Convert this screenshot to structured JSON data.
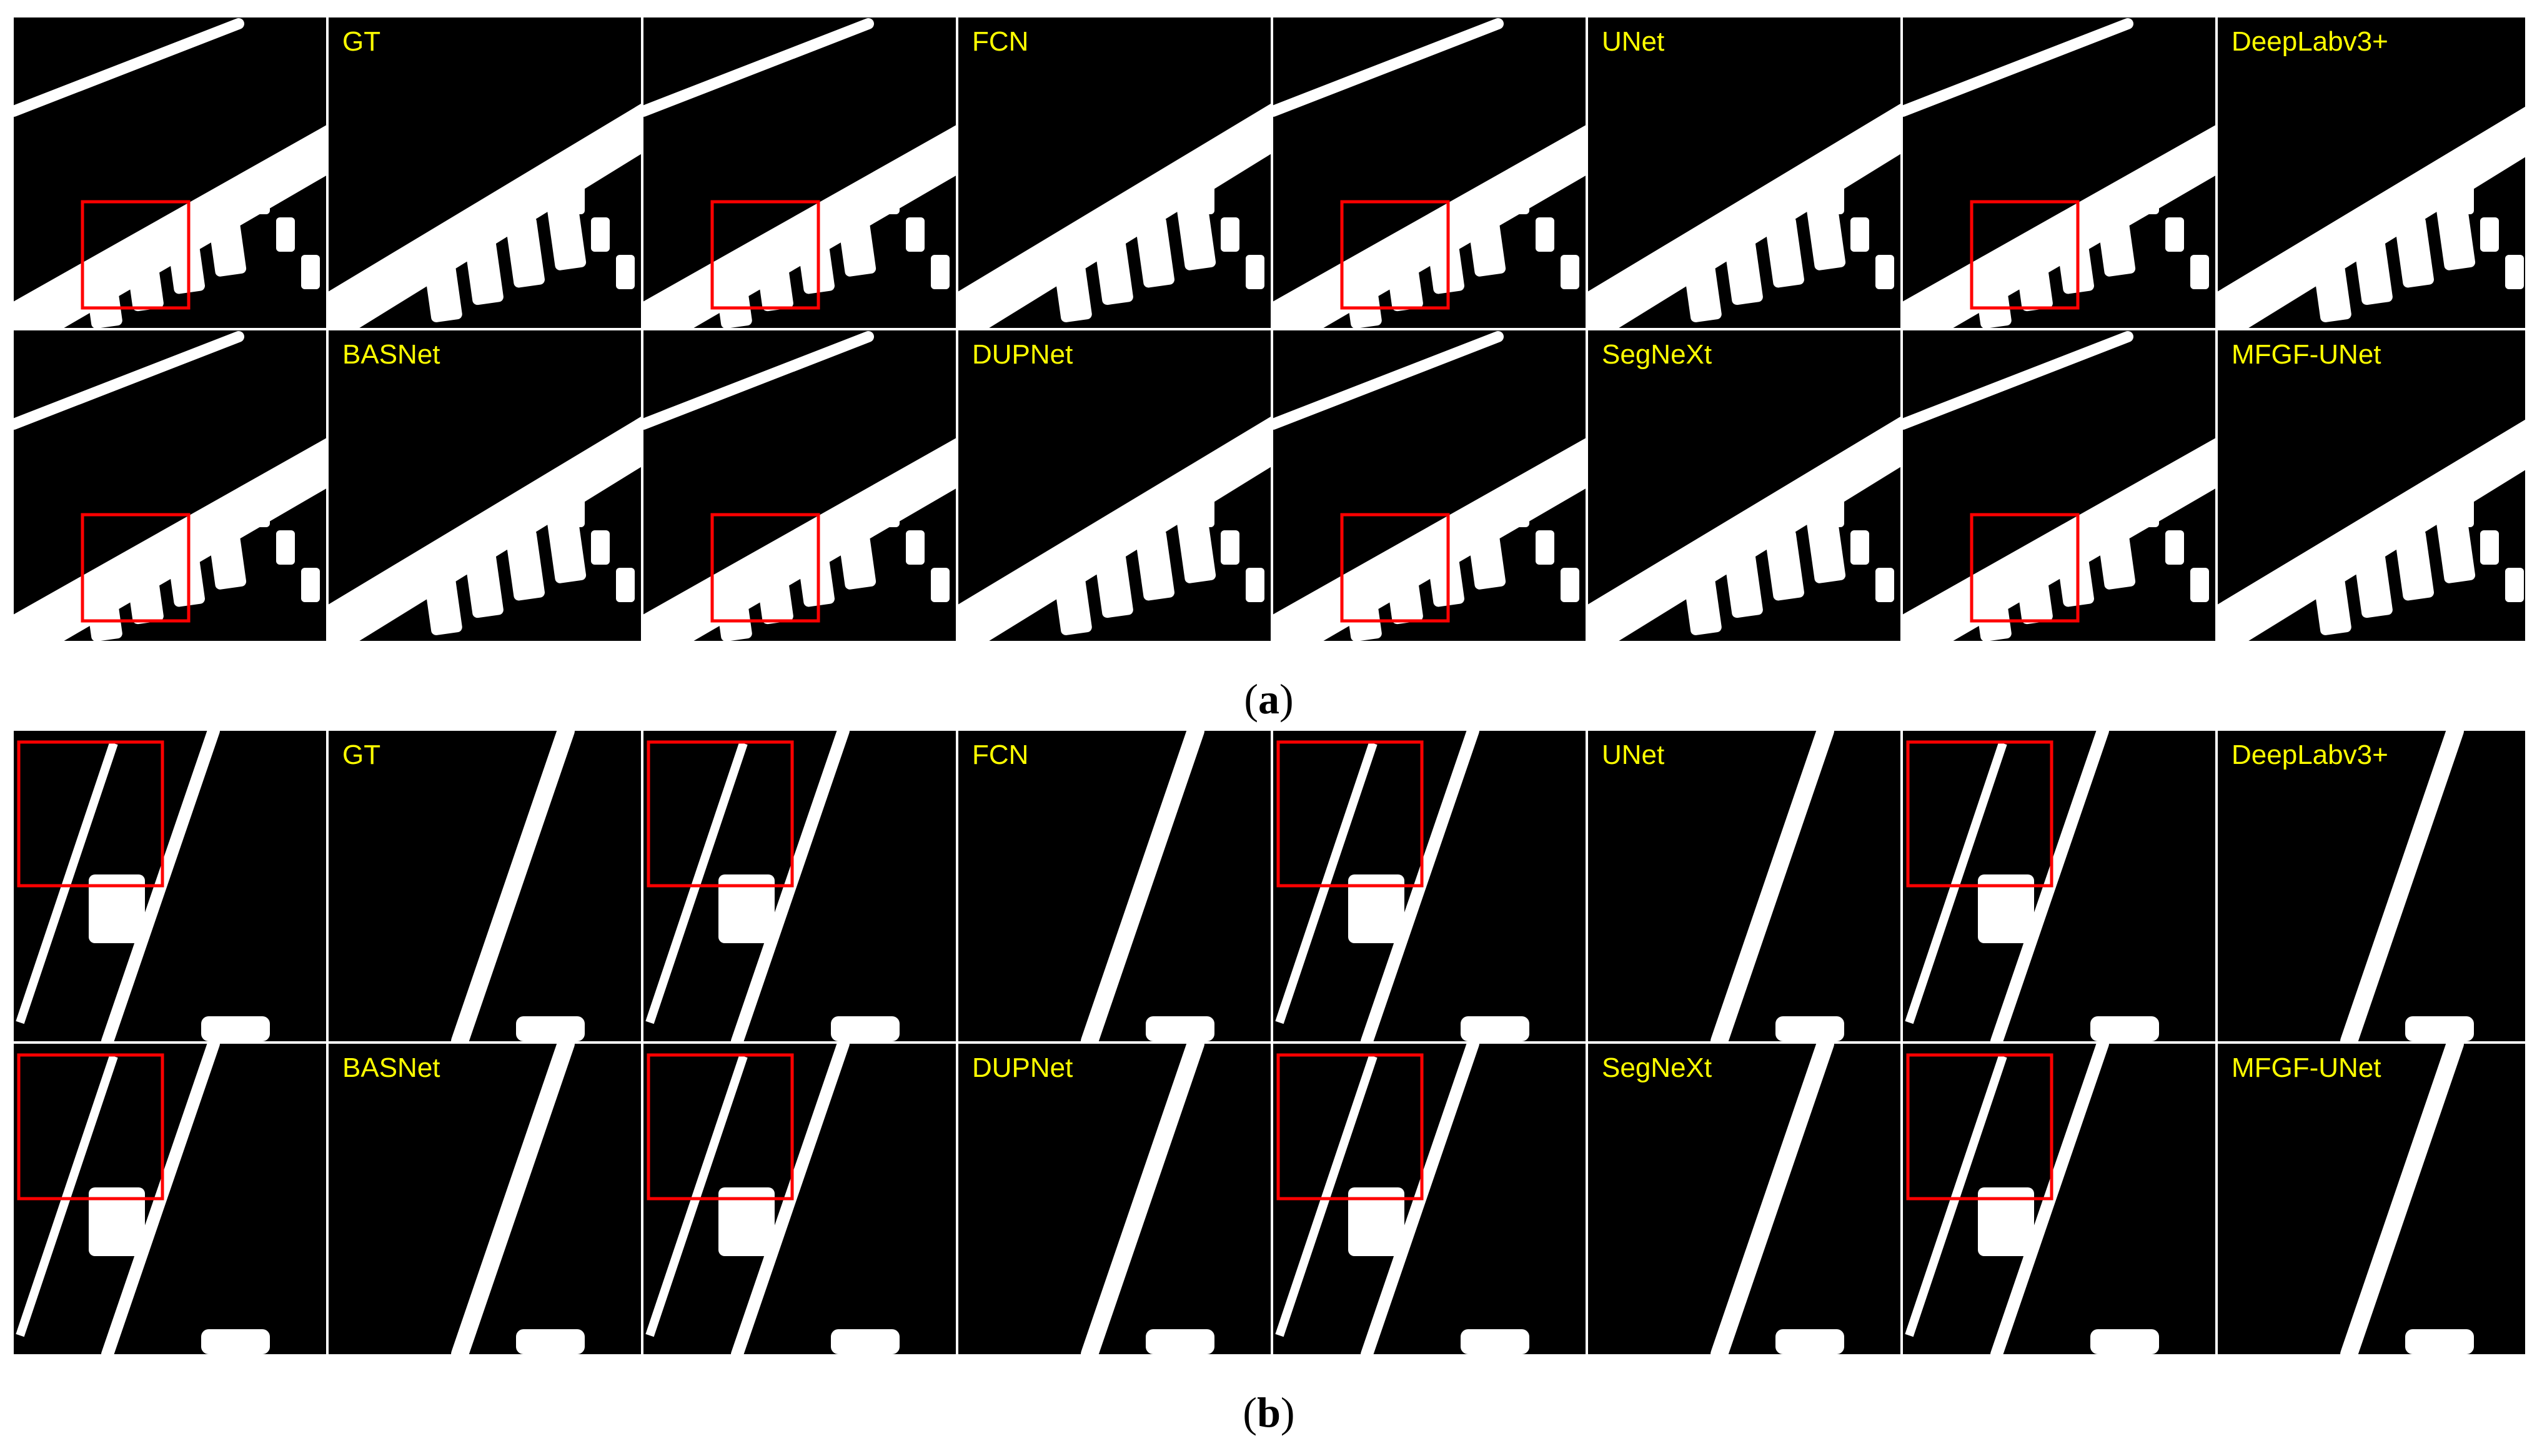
{
  "panels": [
    {
      "id": "a",
      "caption_letter": "a",
      "labels": [
        "GT",
        "FCN",
        "UNet",
        "DeepLabv3+",
        "BASNet",
        "DUPNet",
        "SegNeXt",
        "MFGF-UNet"
      ],
      "zoom_boxes": "red"
    },
    {
      "id": "b",
      "caption_letter": "b",
      "labels": [
        "GT",
        "FCN",
        "UNet",
        "DeepLabv3+",
        "BASNet",
        "DUPNet",
        "SegNeXt",
        "MFGF-UNet"
      ],
      "zoom_boxes": "red"
    }
  ],
  "colors": {
    "background": "#000000",
    "mask": "#ffffff",
    "separator": "#ffffff",
    "label": "#ffff00",
    "zoom_box": "#ff0000"
  }
}
